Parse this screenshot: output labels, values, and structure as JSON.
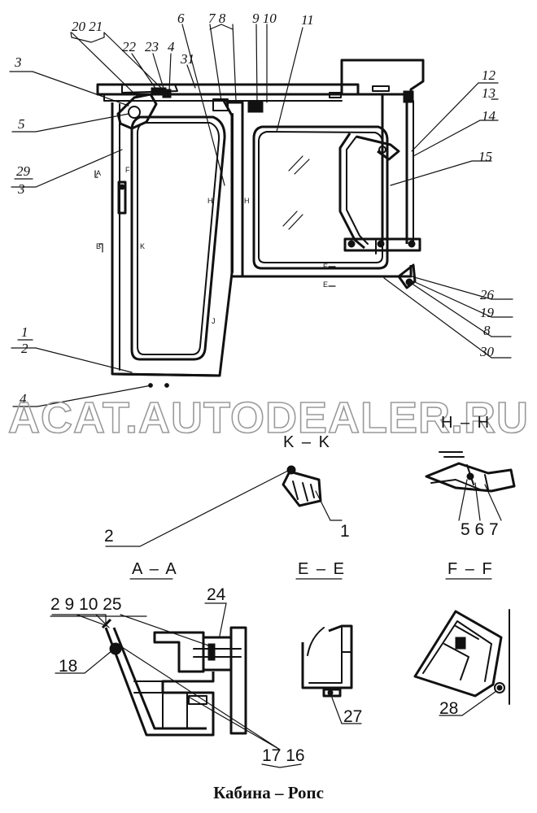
{
  "caption": "Кабина – Ропс",
  "watermark": "ACAT.AUTODEALER.RU",
  "sections": {
    "kk": "K – K",
    "hh": "H – H",
    "aa": "A – A",
    "ee": "E – E",
    "ff": "F – F"
  },
  "main_labels": {
    "l3": "3",
    "l5": "5",
    "l29": "29",
    "l3b": "3",
    "l1": "1",
    "l2": "2",
    "l4": "4",
    "l20_21": "20 21",
    "l22": "22",
    "l23": "23",
    "l4b": "4",
    "l31": "31",
    "l6": "6",
    "l7_8": "7 8",
    "l9_10": "9 10",
    "l11": "11",
    "l12": "12",
    "l13": "13",
    "l14": "14",
    "l15": "15",
    "l26": "26",
    "l19": "19",
    "l8": "8",
    "l30": "30"
  },
  "kk_labels": {
    "l2": "2",
    "l1": "1"
  },
  "hh_labels": {
    "l5_6_7": "5 6 7"
  },
  "aa_labels": {
    "top": "2 9 10 25",
    "l24": "24",
    "l18": "18",
    "l17_16": "17 16"
  },
  "ee_labels": {
    "l27": "27"
  },
  "ff_labels": {
    "l28": "28"
  },
  "tiny_marks": {
    "a": "A",
    "f": "F",
    "h1": "H",
    "h2": "H",
    "b": "B",
    "k": "K",
    "e1": "E",
    "e2": "E",
    "j": "J"
  }
}
